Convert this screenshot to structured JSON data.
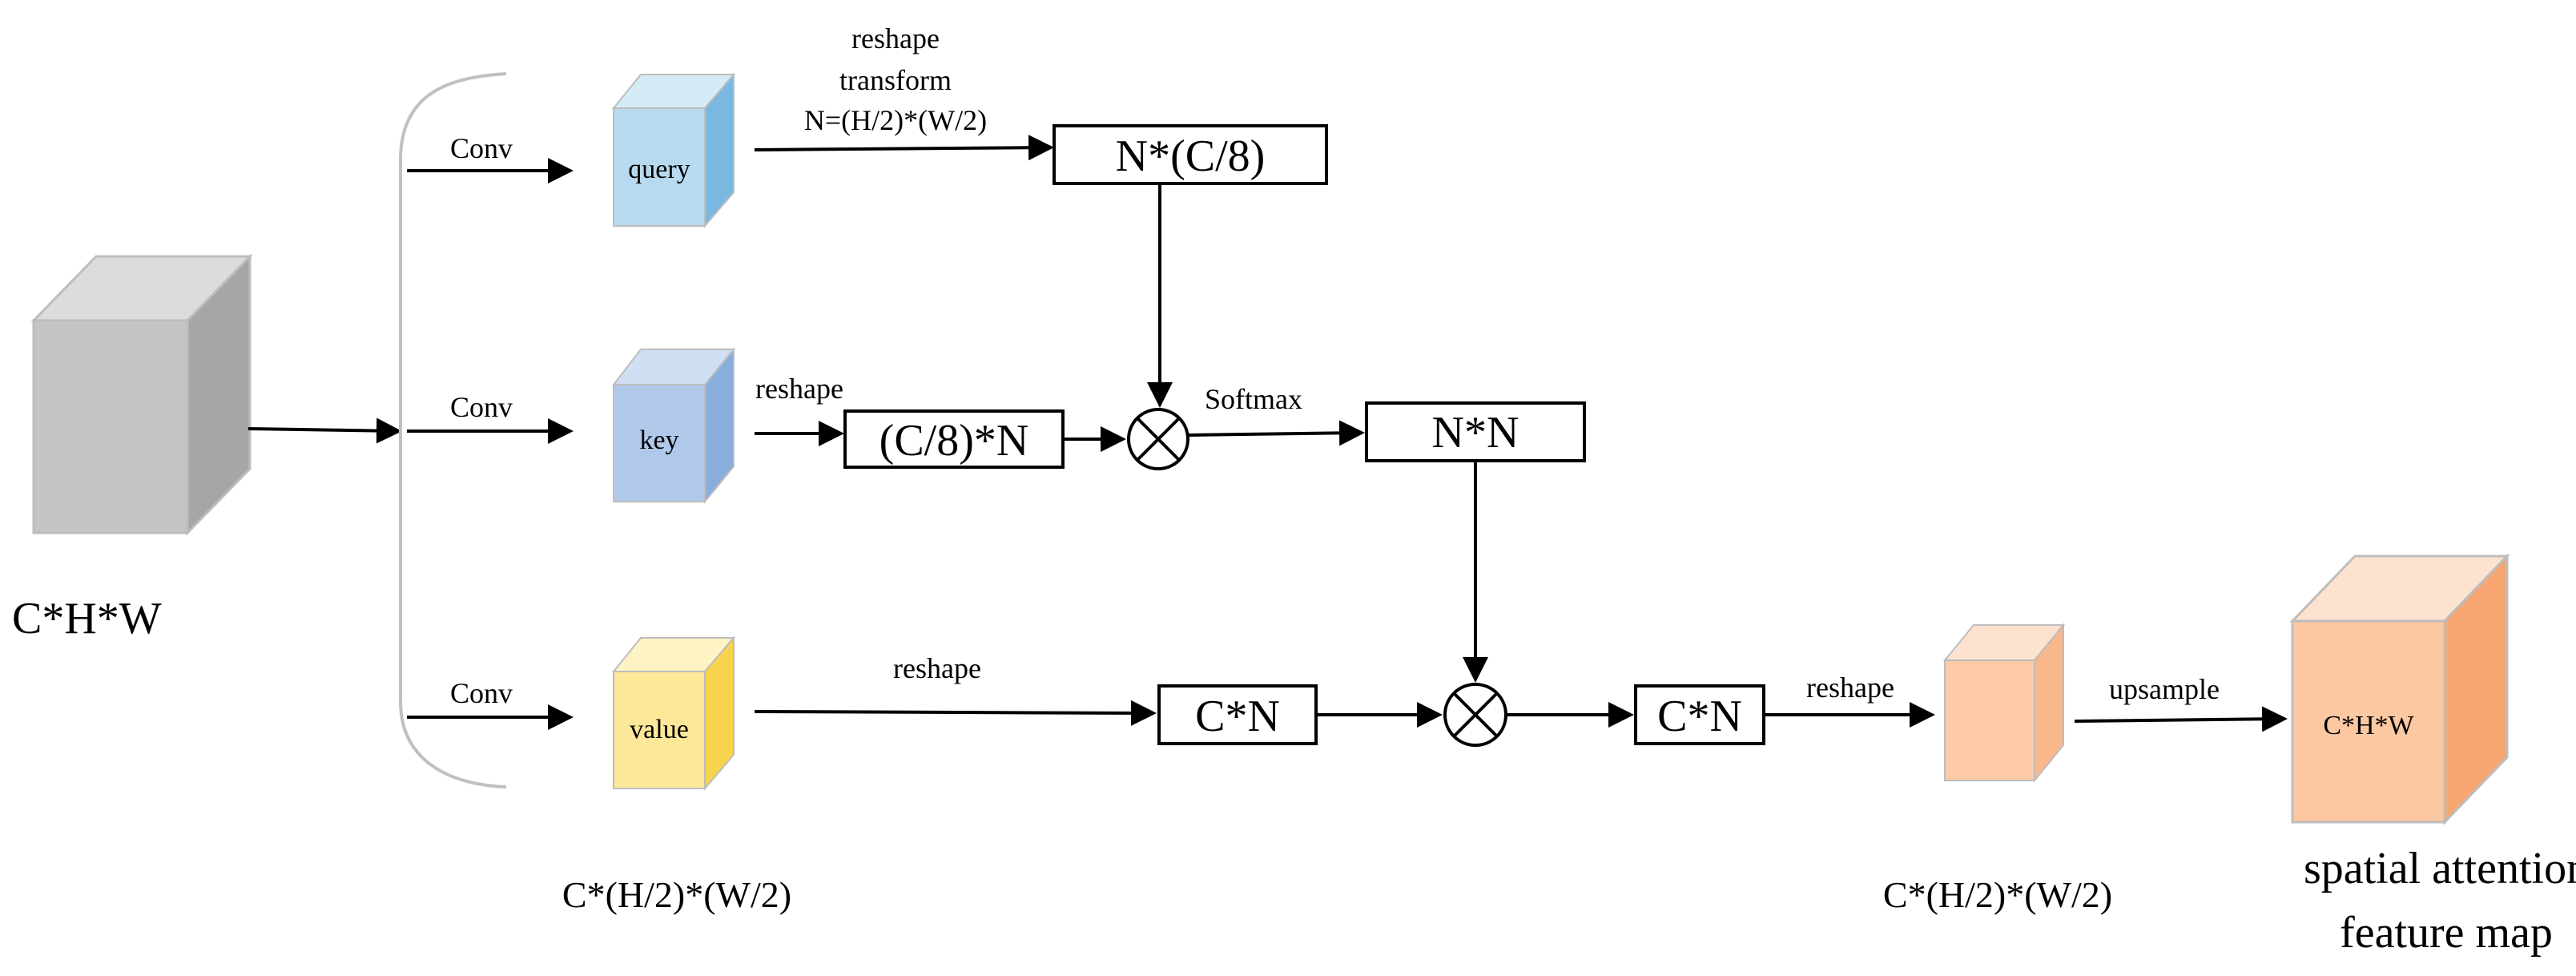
{
  "colors": {
    "input_front": "#c4c4c4",
    "input_top": "#dcdcdc",
    "input_side": "#a6a6a6",
    "query_front": "#b8daf0",
    "query_top": "#d6ebf8",
    "query_side": "#7ab8e2",
    "key_front": "#b0c8ea",
    "key_top": "#cfdff4",
    "key_side": "#8aaedc",
    "value_front": "#fde89a",
    "value_top": "#fef3c4",
    "value_side": "#f8d44e",
    "mid_front": "#fccaa6",
    "mid_top": "#fde3cf",
    "mid_side": "#f8b88c",
    "out_front": "#fcc8a2",
    "out_top": "#fde3cf",
    "out_side": "#f8a672",
    "edge": "#bdbdbd"
  },
  "input": {
    "label": "C*H*W"
  },
  "branches": {
    "query": {
      "conv_label": "Conv",
      "cube_label": "query"
    },
    "key": {
      "conv_label": "Conv",
      "cube_label": "key"
    },
    "value": {
      "conv_label": "Conv",
      "cube_label": "value"
    }
  },
  "query_edge": {
    "line1": "reshape",
    "line2": "transform",
    "line3": "N=(H/2)*(W/2)"
  },
  "boxes": {
    "query_reshape": "N*(C/8)",
    "key_reshape": "(C/8)*N",
    "attention": "N*N",
    "value_reshape": "C*N",
    "product": "C*N"
  },
  "edges": {
    "key_reshape": "reshape",
    "softmax": "Softmax",
    "value_reshape": "reshape",
    "out_reshape": "reshape",
    "upsample": "upsample"
  },
  "operators": {
    "multiply_1": "multiply-icon",
    "multiply_2": "multiply-icon"
  },
  "dims": {
    "branch": "C*(H/2)*(W/2)",
    "mid": "C*(H/2)*(W/2)"
  },
  "output": {
    "cube_label": "C*H*W",
    "caption_line1": "spatial attention",
    "caption_line2": "feature map"
  }
}
